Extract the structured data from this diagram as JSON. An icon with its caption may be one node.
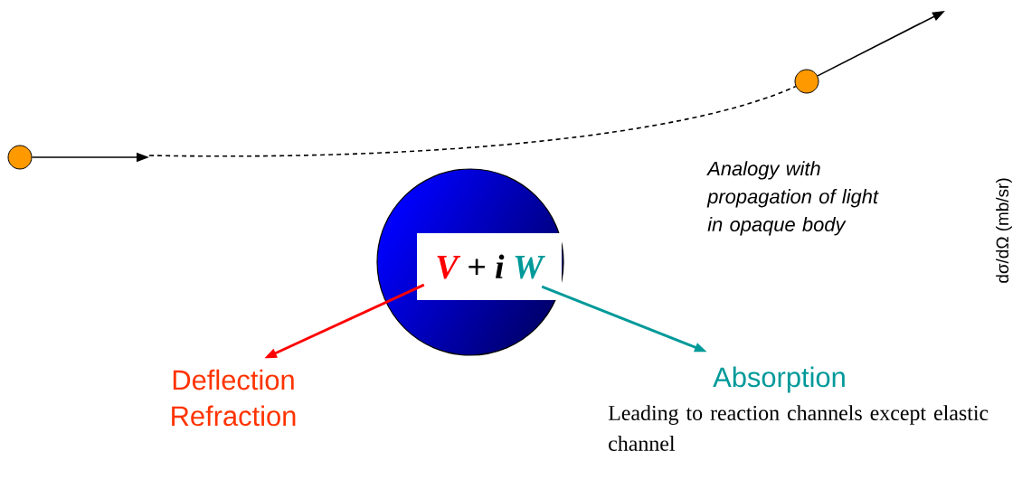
{
  "diagram": {
    "nodes": [
      {
        "text": [],
        "shape": "circle"
      },
      {
        "text": [],
        "shape": "circle"
      },
      {
        "text": [],
        "shape": "circle"
      },
      {
        "text": [
          "V",
          "+ i",
          "W"
        ],
        "in": 2
      },
      {
        "text": [
          "Deflection Refraction"
        ]
      },
      {
        "text": [
          "Absorption"
        ],
        "beside": [
          "Leading to reaction channels except elastic channel"
        ]
      }
    ],
    "edges": [
      {
        "from": 0,
        "to": null,
        "arrow": "to"
      },
      {
        "from": null,
        "to": 1,
        "arrow": "none",
        "style": "dashed"
      },
      {
        "from": 1,
        "to": null,
        "arrow": "to"
      },
      {
        "from": 3,
        "to": 4,
        "arrow": "to",
        "color": "#ff0000"
      },
      {
        "from": 3,
        "to": 5,
        "arrow": "to",
        "color": "#009999"
      }
    ],
    "labels": [
      "Analogy with propagation of light in opaque body",
      "dσ/dΩ (mb/sr)"
    ]
  }
}
